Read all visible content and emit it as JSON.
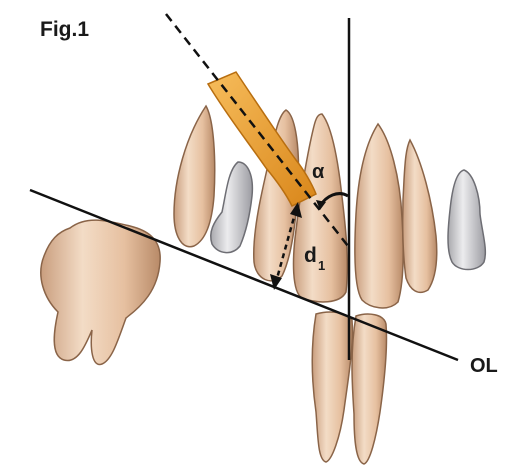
{
  "figure": {
    "title": "Fig.1",
    "labels": {
      "angle": "α",
      "distance": "d",
      "distance_subscript": "1",
      "occlusal_line": "OL"
    },
    "colors": {
      "tooth_fill": "#e8c6a8",
      "tooth_shadow": "#c99e7e",
      "gray_tooth": "#c9c9cb",
      "implant": "#f2a83c",
      "implant_dark": "#d9861a",
      "line": "#111111"
    }
  }
}
